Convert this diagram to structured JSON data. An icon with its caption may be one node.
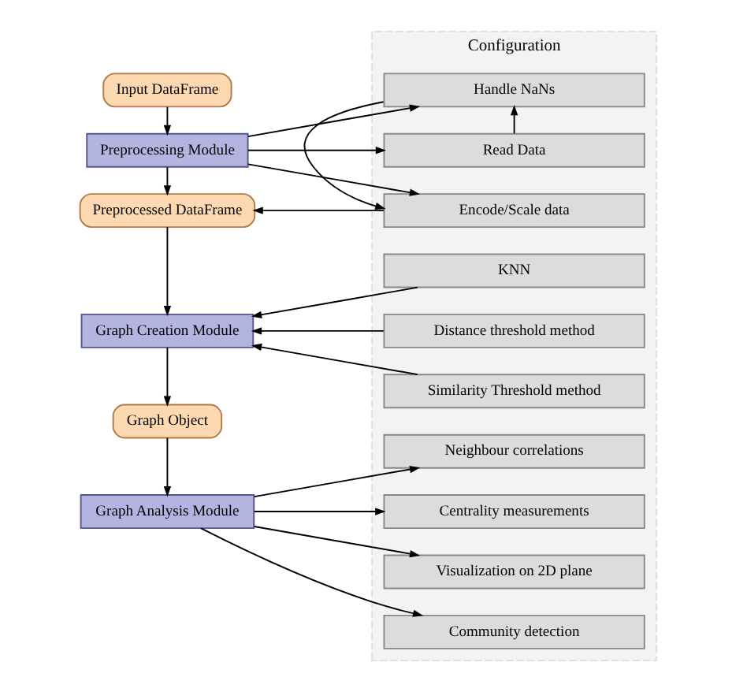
{
  "diagram": {
    "nodes": [
      {
        "text": [
          "Input DataFrame"
        ]
      },
      {
        "text": [
          "Preprocessing Module"
        ]
      },
      {
        "text": [
          "Preprocessed DataFrame"
        ]
      },
      {
        "text": [
          "Graph Creation Module"
        ]
      },
      {
        "text": [
          "Graph Object"
        ]
      },
      {
        "text": [
          "Graph Analysis Module"
        ]
      },
      {
        "text": [
          "Configuration"
        ]
      },
      {
        "text": [
          "Read Data"
        ],
        "in": 6
      },
      {
        "text": [
          "Handle NaNs"
        ],
        "in": 6
      },
      {
        "text": [
          "Encode/Scale data"
        ],
        "in": 6
      },
      {
        "text": [
          "KNN"
        ],
        "in": 6
      },
      {
        "text": [
          "Distance threshold method"
        ],
        "in": 6
      },
      {
        "text": [
          "Similarity Threshold method"
        ],
        "in": 6
      },
      {
        "text": [
          "Visualization on 2D plane"
        ],
        "in": 6
      },
      {
        "text": [
          "Community detection"
        ],
        "in": 6
      },
      {
        "text": [
          "Neighbour correlations"
        ],
        "in": 6
      },
      {
        "text": [
          "Centrality measurements"
        ],
        "in": 6
      }
    ],
    "edges": [
      {
        "from": 0,
        "to": 1,
        "arrow": "to"
      },
      {
        "from": 1,
        "to": 7,
        "arrow": "to"
      },
      {
        "from": 7,
        "to": 8,
        "arrow": "to"
      },
      {
        "from": 1,
        "to": 8,
        "arrow": "to"
      },
      {
        "from": 8,
        "to": 9,
        "arrow": "to"
      },
      {
        "from": 1,
        "to": 9,
        "arrow": "to"
      },
      {
        "from": 1,
        "to": 2,
        "arrow": "to"
      },
      {
        "from": 9,
        "to": 2,
        "arrow": "to"
      },
      {
        "from": 2,
        "to": 3,
        "arrow": "to"
      },
      {
        "from": 10,
        "to": 3,
        "arrow": "to"
      },
      {
        "from": 11,
        "to": 3,
        "arrow": "to"
      },
      {
        "from": 12,
        "to": 3,
        "arrow": "to"
      },
      {
        "from": 3,
        "to": 4,
        "arrow": "to"
      },
      {
        "from": 4,
        "to": 5,
        "arrow": "to"
      },
      {
        "from": 5,
        "to": 13,
        "arrow": "to"
      },
      {
        "from": 5,
        "to": 14,
        "arrow": "to"
      },
      {
        "from": 5,
        "to": 15,
        "arrow": "to"
      },
      {
        "from": 5,
        "to": 16,
        "arrow": "to"
      }
    ]
  }
}
